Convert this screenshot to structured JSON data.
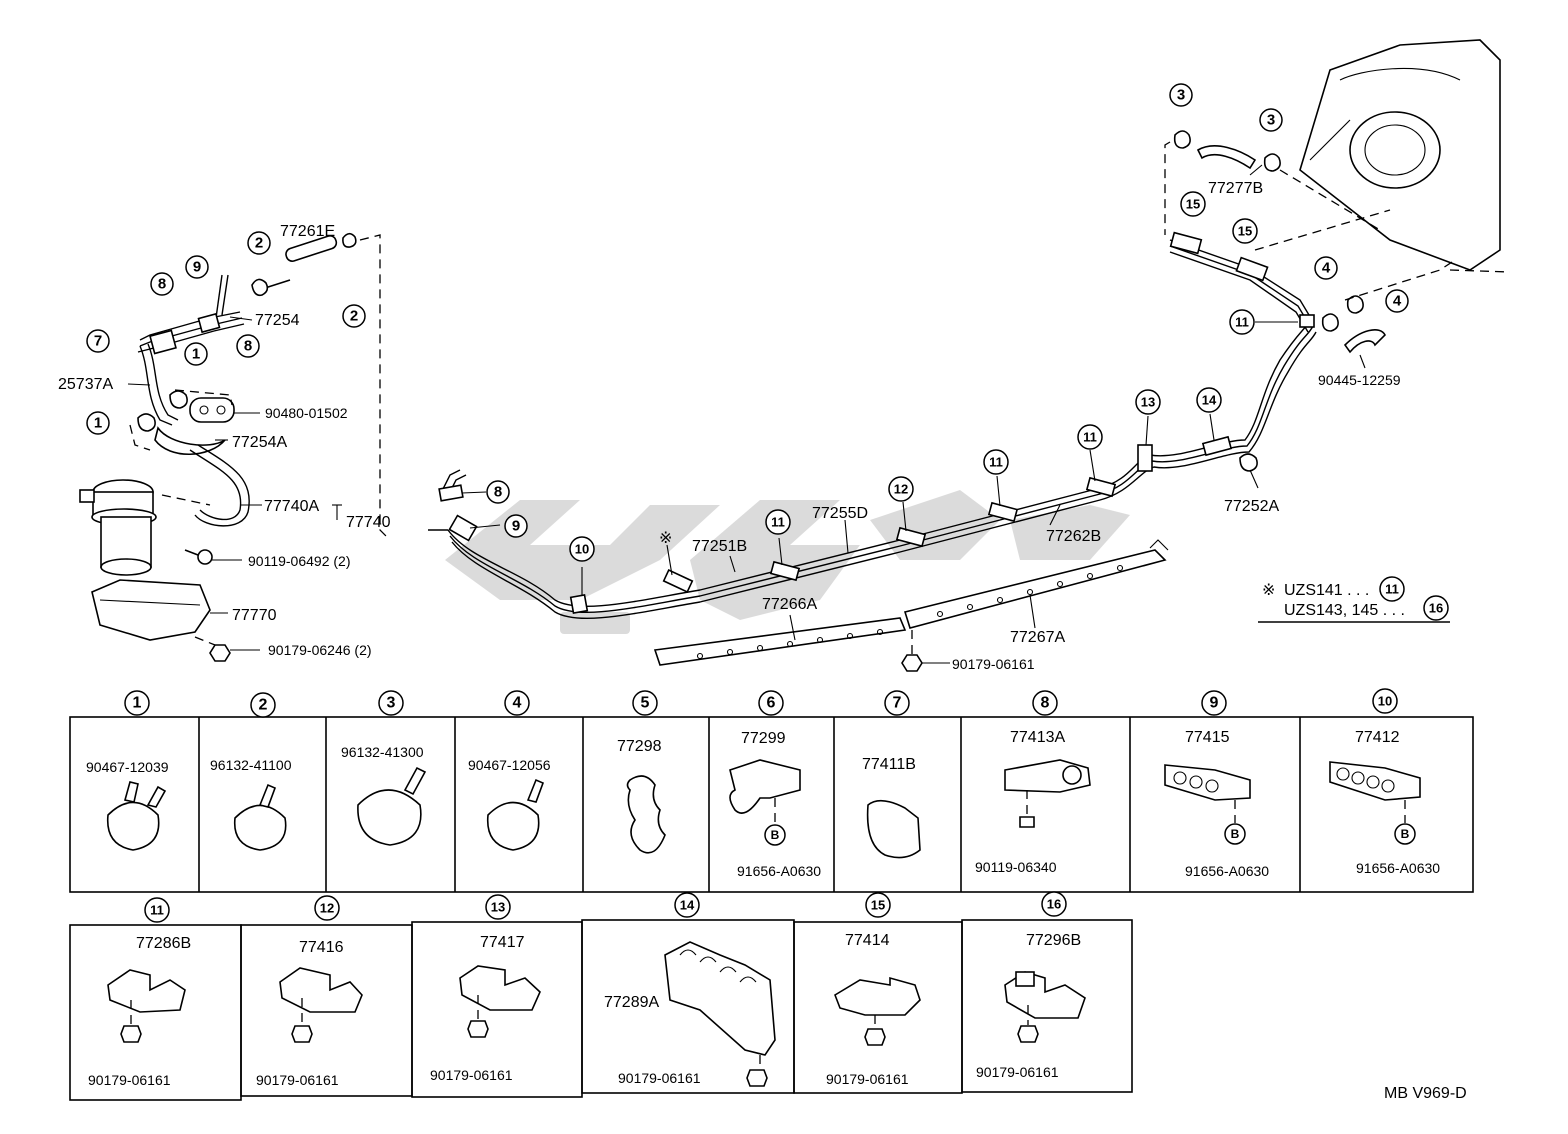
{
  "diagram": {
    "code": "MB V969-D",
    "note": {
      "mark": "※",
      "line1": "UZS141 . . . ",
      "line1_ref": "11",
      "line2": "UZS143, 145 . . . ",
      "line2_ref": "16"
    },
    "main_labels": [
      {
        "id": "l77261E",
        "text": "77261E"
      },
      {
        "id": "l77254",
        "text": "77254"
      },
      {
        "id": "l25737A",
        "text": "25737A"
      },
      {
        "id": "l90480",
        "text": "90480-01502"
      },
      {
        "id": "l77254A",
        "text": "77254A"
      },
      {
        "id": "l77740A",
        "text": "77740A"
      },
      {
        "id": "l77740",
        "text": "77740"
      },
      {
        "id": "l90119a",
        "text": "90119-06492 (2)"
      },
      {
        "id": "l77770",
        "text": "77770"
      },
      {
        "id": "l90179a",
        "text": "90179-06246 (2)"
      },
      {
        "id": "l77251B",
        "text": "77251B"
      },
      {
        "id": "l77255D",
        "text": "77255D"
      },
      {
        "id": "l77266A",
        "text": "77266A"
      },
      {
        "id": "l77267A",
        "text": "77267A"
      },
      {
        "id": "l90179b",
        "text": "90179-06161"
      },
      {
        "id": "l77262B",
        "text": "77262B"
      },
      {
        "id": "l77252A",
        "text": "77252A"
      },
      {
        "id": "l77277B",
        "text": "77277B"
      },
      {
        "id": "l90445",
        "text": "90445-12259"
      }
    ],
    "callouts": [
      "1",
      "2",
      "3",
      "4",
      "5",
      "6",
      "7",
      "8",
      "9",
      "10",
      "11",
      "12",
      "13",
      "14",
      "15",
      "16"
    ],
    "row1": [
      {
        "num": "1",
        "part": "90467-12039",
        "sub": ""
      },
      {
        "num": "2",
        "part": "96132-41100",
        "sub": ""
      },
      {
        "num": "3",
        "part": "96132-41300",
        "sub": ""
      },
      {
        "num": "4",
        "part": "90467-12056",
        "sub": ""
      },
      {
        "num": "5",
        "part": "77298",
        "sub": ""
      },
      {
        "num": "6",
        "part": "77299",
        "sub": "91656-A0630",
        "mark": "B"
      },
      {
        "num": "7",
        "part": "77411B",
        "sub": ""
      },
      {
        "num": "8",
        "part": "77413A",
        "sub": "90119-06340"
      },
      {
        "num": "9",
        "part": "77415",
        "sub": "91656-A0630",
        "mark": "B"
      },
      {
        "num": "10",
        "part": "77412",
        "sub": "91656-A0630",
        "mark": "B"
      }
    ],
    "row2": [
      {
        "num": "11",
        "part": "77286B",
        "sub": "90179-06161"
      },
      {
        "num": "12",
        "part": "77416",
        "sub": "90179-06161"
      },
      {
        "num": "13",
        "part": "77417",
        "sub": "90179-06161"
      },
      {
        "num": "14",
        "part": "77289A",
        "sub": "90179-06161"
      },
      {
        "num": "15",
        "part": "77414",
        "sub": "90179-06161"
      },
      {
        "num": "16",
        "part": "77296B",
        "sub": "90179-06161"
      }
    ]
  }
}
